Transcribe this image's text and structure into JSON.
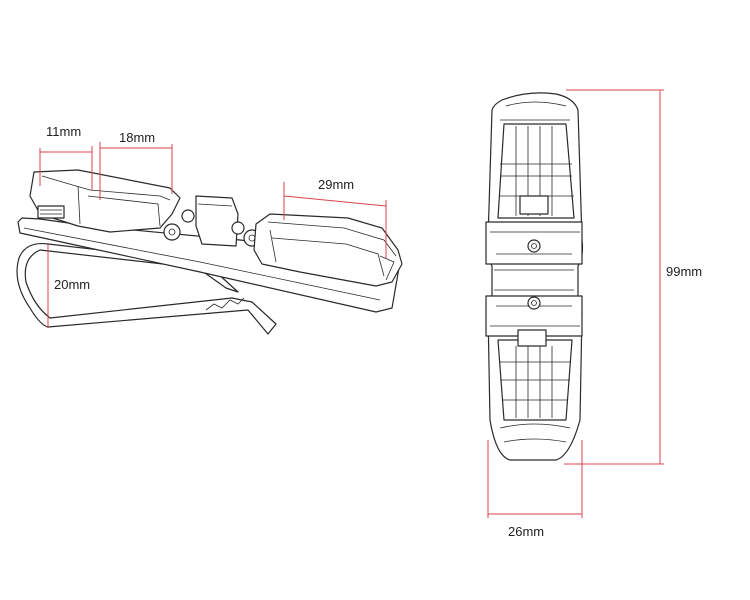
{
  "dimensions": {
    "pad_front_width": "11mm",
    "pad_middle_width": "18mm",
    "pad_rear_width": "29mm",
    "clip_gap": "20mm",
    "total_length": "99mm",
    "total_width": "26mm"
  },
  "colors": {
    "dimension_line": "#d9434f",
    "outline": "#2a2a2a",
    "background": "#ffffff"
  }
}
